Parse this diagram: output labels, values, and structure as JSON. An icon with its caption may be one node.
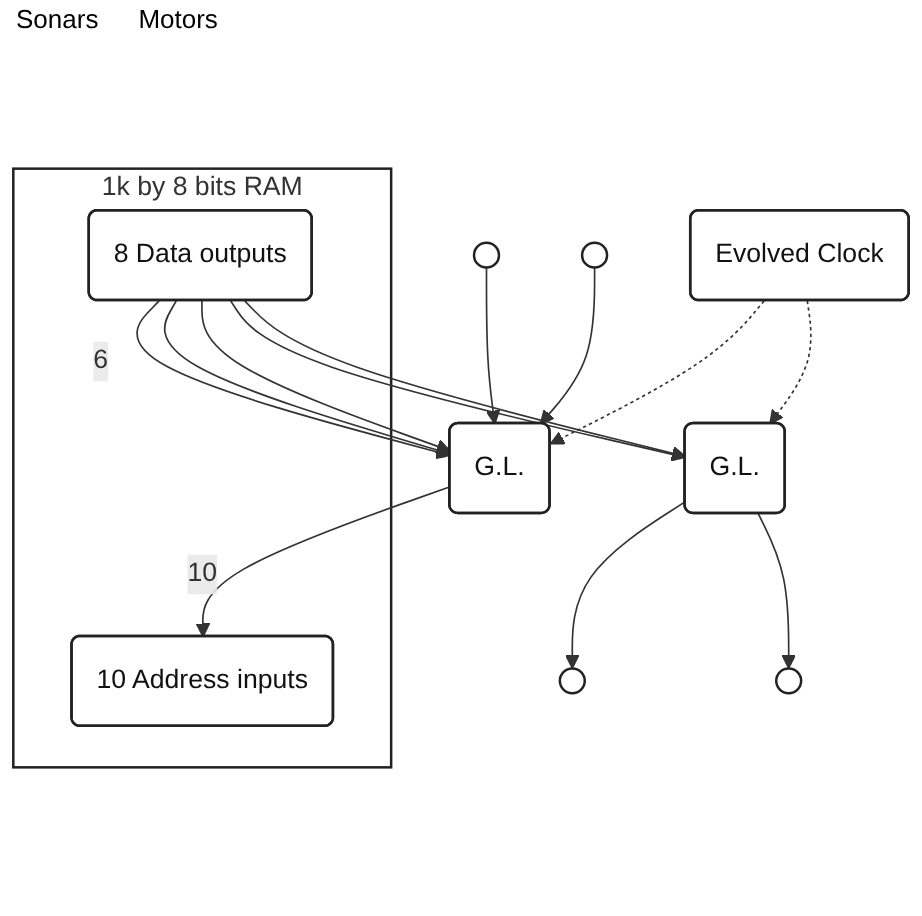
{
  "diagram": {
    "nodes": [
      {
        "text": [],
        "shape": "circle"
      },
      {
        "text": [],
        "shape": "circle"
      },
      {
        "text": [
          "1k by 8 bits RAM"
        ]
      },
      {
        "text": [
          "10 Address inputs"
        ],
        "in": 2
      },
      {
        "text": [
          "8 Data outputs"
        ],
        "in": 2
      },
      {
        "text": [
          "G.L."
        ]
      },
      {
        "text": [
          "G.L."
        ]
      },
      {
        "text": [
          "Evolved Clock"
        ]
      },
      {
        "text": [],
        "shape": "circle"
      },
      {
        "text": [],
        "shape": "circle"
      }
    ],
    "edges": [
      {
        "from": 0,
        "to": 5,
        "arrow": "to"
      },
      {
        "from": 1,
        "to": 5,
        "arrow": "to"
      },
      {
        "from": 5,
        "to": 3,
        "arrow": "to",
        "label": "10"
      },
      {
        "from": 4,
        "to": 5,
        "arrow": "to",
        "label": "6"
      },
      {
        "from": 4,
        "to": 6,
        "arrow": "to"
      },
      {
        "from": 4,
        "to": 5,
        "arrow": "to"
      },
      {
        "from": 4,
        "to": 6,
        "arrow": "to"
      },
      {
        "from": 4,
        "to": 5,
        "arrow": "to"
      },
      {
        "from": 7,
        "to": 5,
        "arrow": "to",
        "style": "dashed"
      },
      {
        "from": 7,
        "to": 6,
        "arrow": "to",
        "style": "dashed"
      },
      {
        "from": 6,
        "to": 8,
        "arrow": "to"
      },
      {
        "from": 6,
        "to": 9,
        "arrow": "to"
      }
    ],
    "labels": [
      "Sonars",
      "Motors"
    ]
  }
}
